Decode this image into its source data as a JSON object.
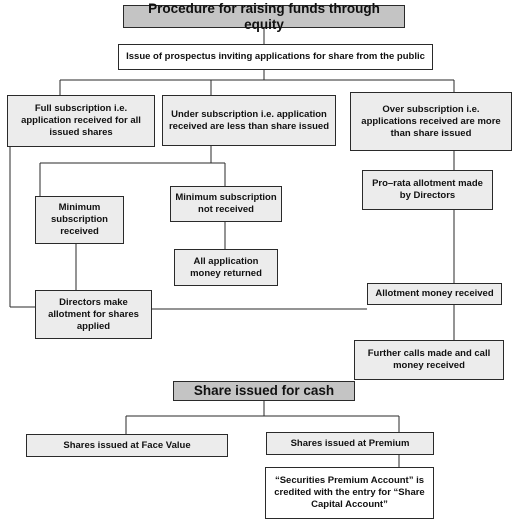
{
  "section1": {
    "title": "Procedure for raising funds through equity",
    "prospectus": "Issue of prospectus inviting applications for share from the public",
    "full": "Full subscription i.e. application received for all issued shares",
    "under": "Under subscription i.e. application received are less than share issued",
    "over": "Over subscription i.e. applications received are more than share issued",
    "min_received": "Minimum subscription received",
    "min_not_received": "Minimum subscription not received",
    "all_returned": "All application money returned",
    "prorata": "Pro–rata allotment made by Directors",
    "directors": "Directors make allotment for shares applied",
    "allotment_money": "Allotment money received",
    "further_calls": "Further calls made and call money received"
  },
  "section2": {
    "title": "Share issued for cash",
    "face_value": "Shares issued at Face Value",
    "premium": "Shares issued at Premium",
    "securities_premium": "“Securities Premium Account” is credited with the entry for “Share Capital Account”"
  }
}
